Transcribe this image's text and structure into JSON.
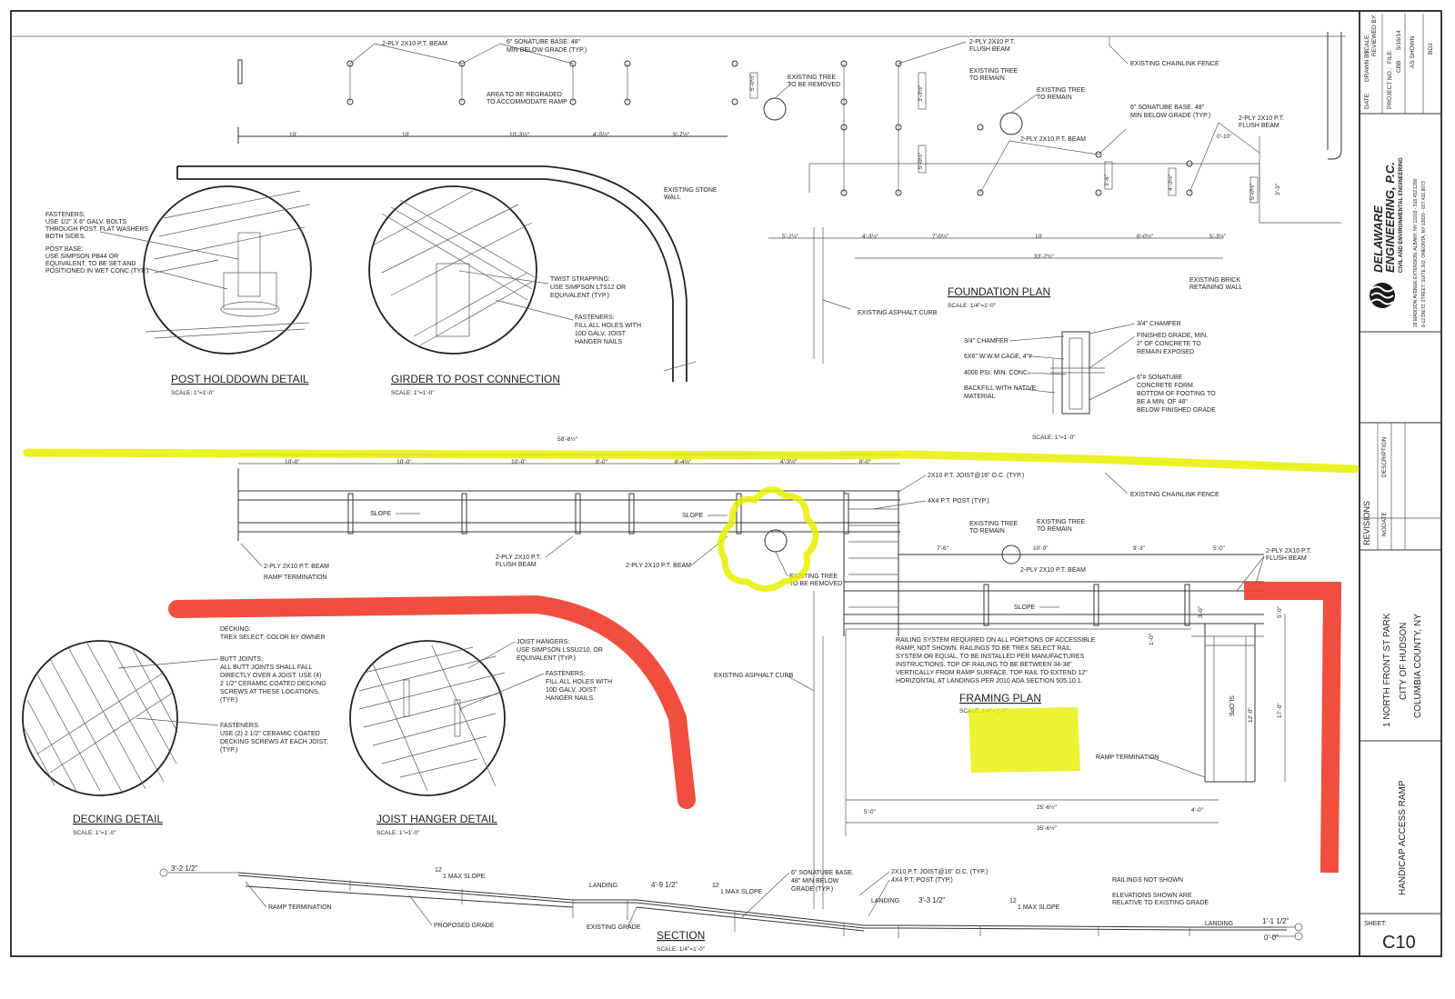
{
  "title_block": {
    "firm_name_1": "DELAWARE",
    "firm_name_2": "ENGINEERING, P.C.",
    "firm_sub": "CIVIL AND ENVIRONMENTAL ENGINEERING",
    "firm_addr_1": "28 MADISON AVENUE EXTENSION, ALBANY, NY 12203 - 518.452.1290",
    "firm_addr_2": "8-12 DIETZ STREET, SUITE 303, ONEONTA, NY 13820 - 607.432.8073",
    "date_label": "DATE:",
    "date_value": "5/16/14",
    "drawn_label": "DRAWN BY:",
    "drawn_value": "CBB",
    "scale_label": "SCALE:",
    "scale_value": "AS SHOWN",
    "reviewed_label": "REVIEWED BY:",
    "reviewed_value": "BDJ",
    "project_label": "PROJECT NO.:",
    "file_label": "FILE:",
    "revisions_label": "REVISIONS",
    "rev_no": "NO.",
    "rev_date": "DATE",
    "rev_desc": "DESCRIPTION",
    "project_1": "1 NORTH FRONT ST PARK",
    "project_2": "CITY OF HUDSON",
    "project_3": "COLUMBIA COUNTY, NY",
    "sheet_title": "HANDICAP ACCESS RAMP",
    "sheet_label": "SHEET:",
    "sheet_no": "C10"
  },
  "details": {
    "post_holddown": {
      "title": "POST HOLDDOWN DETAIL",
      "scale": "SCALE: 1\"=1'-0\"",
      "fasteners": [
        "FASTENERS:",
        "USE 1/2\" X 6\" GALV. BOLTS",
        "THROUGH POST.  FLAT WASHERS",
        "BOTH SIDES."
      ],
      "post_base": [
        "POST BASE:",
        "USE SIMPSON PB44 OR",
        "EQUIVALENT, TO BE SET AND",
        "POSITIONED IN WET CONC.(TYP.)"
      ]
    },
    "girder": {
      "title": "GIRDER TO POST CONNECTION",
      "scale": "SCALE: 1\"=1'-0\"",
      "twist": [
        "TWIST STRAPPING:",
        "USE SIMPSON LTS12 OR",
        "EQUIVALENT (TYP.)"
      ],
      "fasteners": [
        "FASTENERS:",
        "FILL ALL HOLES WITH",
        "10D GALV. JOIST",
        "HANGER NAILS"
      ]
    },
    "decking": {
      "title": "DECKING DETAIL",
      "scale": "SCALE: 1\"=1'-0\"",
      "decking": [
        "DECKING:",
        "TREX SELECT, COLOR BY OWNER"
      ],
      "butt": [
        "BUTT JOINTS:",
        "ALL BUTT JOINTS SHALL FALL",
        "DIRECTLY OVER A JOIST.  USE (4)",
        "2 1/2\" CERAMIC COATED DECKING",
        "SCREWS AT THESE LOCATIONS,",
        "(TYP.)"
      ],
      "fasteners": [
        "FASTENERS:",
        "USE (2) 2 1/2\" CERAMIC COATED",
        "DECKING SCREWS AT EACH JOIST,",
        "(TYP.)"
      ]
    },
    "joist_hanger": {
      "title": "JOIST HANGER DETAIL",
      "scale": "SCALE: 1\"=1'-0\"",
      "hangers": [
        "JOIST HANGERS:",
        "USE SIMPSON LSSU210, OR",
        "EQUIVALENT (TYP.)"
      ],
      "fasteners": [
        "FASTENERS:",
        "FILL ALL HOLES WITH",
        "10D GALV. JOIST",
        "HANGER NAILS."
      ]
    },
    "footing": {
      "scale": "SCALE: 1\"=1'-0\"",
      "left": [
        "3/4\" CHAMFER",
        "6X6\" W.W.M CAGE, 4\"#",
        "4000 PSI. MIN. CONC.",
        "BACKFILL WITH NATIVE",
        "MATERIAL"
      ],
      "right_1": [
        "3/4\" CHAMFER"
      ],
      "right_2": [
        "FINISHED GRADE, MIN.",
        "2\" OF CONCRETE TO",
        "REMAIN EXPOSED"
      ],
      "right_3": [
        "6\"# SONATUBE",
        "CONCRETE FORM.",
        "BOTTOM OF FOOTING TO",
        "BE A MIN. OF 48\"",
        "BELOW FINISHED GRADE"
      ]
    }
  },
  "foundation_plan": {
    "title": "FOUNDATION PLAN",
    "scale": "SCALE: 1/4\"=1'-0\"",
    "beam": "2-PLY 2X10 P.T. BEAM",
    "sonatube": [
      "6\" SONATUBE BASE. 48\"",
      "MIN BELOW GRADE (TYP.)"
    ],
    "regrade": [
      "AREA TO BE REGRADED",
      "TO ACCOMMODATE RAMP"
    ],
    "tree_removed": [
      "EXISTING TREE",
      "TO BE REMOVED"
    ],
    "flush_beam": [
      "2-PLY 2X10 P.T.",
      "FLUSH BEAM"
    ],
    "tree_remain": [
      "EXISTING TREE",
      "TO REMAIN"
    ],
    "tree_remain2": [
      "EXISTING TREE",
      "TO REMAIN"
    ],
    "chainlink": "EXISTING CHAINLINK FENCE",
    "sonatube2": [
      "6\" SONATUBE BASE. 48\"",
      "MIN BELOW GRADE (TYP.)"
    ],
    "beam2": "2-PLY 2X10 P.T. BEAM",
    "flush_beam2": [
      "2-PLY 2X10 P.T.",
      "FLUSH BEAM"
    ],
    "stone_wall": [
      "EXISTING STONE",
      "WALL"
    ],
    "brick_wall": [
      "EXISTING BRICK",
      "RETAINING WALL"
    ],
    "asphalt_curb": "EXISTING ASPHALT CURB",
    "dims_top": [
      "10'",
      "10'",
      "10'-3½\"",
      "4'-5½\"",
      "9'-7½\""
    ],
    "dims_bottom": [
      "5'-2½\"",
      "4'-3½\"",
      "7'-0½\"",
      "10'",
      "8'-0½\"",
      "5'-3½\""
    ],
    "dim_total": "33'-2½\"",
    "dim_right": "0'-10\"",
    "dim_3_3": "3'-3\"",
    "dim_v1": "5'-0½\"",
    "dim_v2": "3'-3½\"",
    "dim_v3": "4'-3½\"",
    "dim_v4": "3'-6\"",
    "dim_v5": "5'-0½\"",
    "dim_v6": "5'-0½\""
  },
  "framing_plan": {
    "title": "FRAMING PLAN",
    "scale": "SCALE: 1/4\"=1'-0\"",
    "overall": "58'-8½\"",
    "dims_top": [
      "10'-0\"",
      "10'-0\"",
      "10'-0\"",
      "8'-0\"",
      "8'-4½\"",
      "4'-3½\"",
      "8'-0\""
    ],
    "joist": "2X10 P.T. JOIST@16\" O.C. (TYP.)",
    "post": "4X4 P.T. POST (TYP.)",
    "chainlink": "EXISTING CHAINLINK FENCE",
    "slope": "SLOPE",
    "beam": "2-PLY 2X10 P.T. BEAM",
    "ramp_term": "RAMP TERMINATION",
    "flush_beam": [
      "2-PLY 2X10 P.T.",
      "FLUSH BEAM"
    ],
    "tree_removed": [
      "EXISTING TREE",
      "TO BE REMOVED"
    ],
    "tree_remain": [
      "EXISTING TREE",
      "TO REMAIN"
    ],
    "tree_remain2": [
      "EXISTING TREE",
      "TO REMAIN"
    ],
    "asphalt_curb": "EXISTING ASPHALT CURB",
    "railing_note": [
      "RAILING SYSTEM REQUIRED ON ALL PORTIONS OF ACCESSIBLE",
      "RAMP, NOT SHOWN.  RAILINGS TO BE TREX SELECT RAIL",
      "SYSTEM OR EQUAL, TO BE INSTALLED PER MANUFACTURES",
      "INSTRUCTIONS.  TOP OF RAILING TO BE BETWEEN 34-38\"",
      "VERTICALLY FROM RAMP SURFACE.  TOP RAIL TO EXTEND 12\"",
      "HORIZONTAL AT LANDINGS PER 2010 ADA SECTION 505.10.1."
    ],
    "dims_mid": [
      "7'-6\"",
      "10'-0\"",
      "9'-3\"",
      "5'-0\""
    ],
    "dims_bot": [
      "5'-0\"",
      "25'-6½\"",
      "4'-0\""
    ],
    "dim_total": "35'-6½\"",
    "dims_right": [
      "5'-0\"",
      "17'-0\"",
      "12'-0\""
    ],
    "dim_small": "1'-0\"",
    "dim_small2": "3'-0\""
  },
  "section": {
    "title": "SECTION",
    "scale": "SCALE: 1/4\"=1'-0\"",
    "elev_left": "3'-2 1/2\"",
    "ramp_term": "RAMP TERMINATION",
    "proposed": "PROPOSED GRADE",
    "existing": "EXISTING GRADE",
    "slope1_num": "12",
    "slope1": "1 MAX SLOPE",
    "landing1": "LANDING",
    "elev_mid": "4'-9 1/2\"",
    "slope2_num": "12",
    "slope2": "1 MAX SLOPE",
    "sonatube": [
      "6\" SONATUBE BASE.",
      "48\" MIN BELOW",
      "GRADE (TYP.)"
    ],
    "joist": "2X10 P.T. JOIST@16\" O.C. (TYP.)",
    "post": "4X4 P.T. POST (TYP.)",
    "landing2": "LANDING",
    "elev_mid2": "3'-3 1/2\"",
    "slope3_num": "12",
    "slope3": "1 MAX SLOPE",
    "landing3": "LANDING",
    "elev_right": "1'-1 1/2\"",
    "elev_zero": "0'-0\"",
    "notes": [
      "RAILINGS NOT SHOWN",
      "ELEVATIONS SHOWN ARE",
      "RELATIVE TO EXISTING GRADE"
    ]
  },
  "colors": {
    "highlight_yellow": "#e6f000",
    "marker_red": "#ee3b2a",
    "line": "#333333"
  }
}
